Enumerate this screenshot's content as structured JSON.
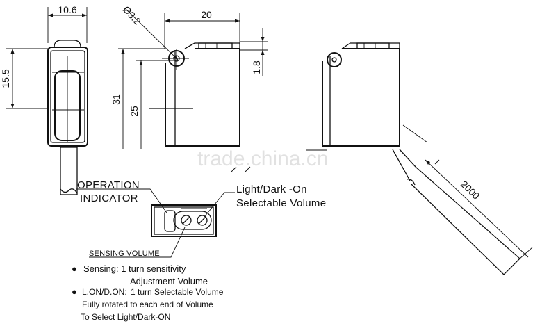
{
  "dimensions": {
    "width_front": "10.6",
    "height_front": "15.5",
    "hole_diameter": "Ø3.2",
    "width_side": "20",
    "offset": "1.8",
    "height_total": "31",
    "height_hole": "25",
    "cable_length": "2000"
  },
  "labels": {
    "operation_indicator_line1": "OPERATION",
    "operation_indicator_line2": "INDICATOR",
    "selectable_line1": "Light/Dark -On",
    "selectable_line2": "Selectable Volume",
    "sensing_volume": "SENSING VOLUME"
  },
  "notes": {
    "bullet": "●",
    "sensing_line1": "Sensing: 1 turn sensitivity",
    "sensing_line2": "Adjustment Volume",
    "lon_don_prefix": "L.ON/D.ON:",
    "lon_don_line1": "1 turn Selectable Volume",
    "lon_don_line2": "Fully rotated  to each end of Volume",
    "lon_don_line3": "To Select Light/Dark-ON"
  },
  "watermark": "trade.china.cn"
}
